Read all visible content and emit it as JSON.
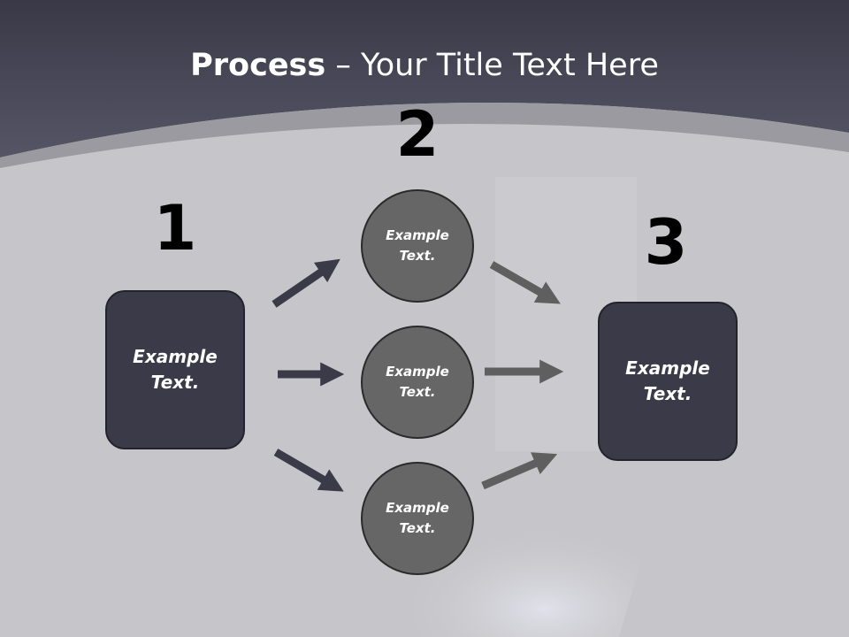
{
  "title": {
    "bold": "Process",
    "rest": " – Your Title Text Here"
  },
  "steps": [
    {
      "number": "1",
      "text": "Example Text."
    },
    {
      "number": "2",
      "items": [
        {
          "text": "Example Text."
        },
        {
          "text": "Example Text."
        },
        {
          "text": "Example Text."
        }
      ]
    },
    {
      "number": "3",
      "text": "Example Text."
    }
  ],
  "colors": {
    "header": "#474656",
    "box": "#3b3a48",
    "circle": "#666666",
    "arrow_dark": "#3b3a48",
    "arrow_grey": "#5f5f5f"
  }
}
